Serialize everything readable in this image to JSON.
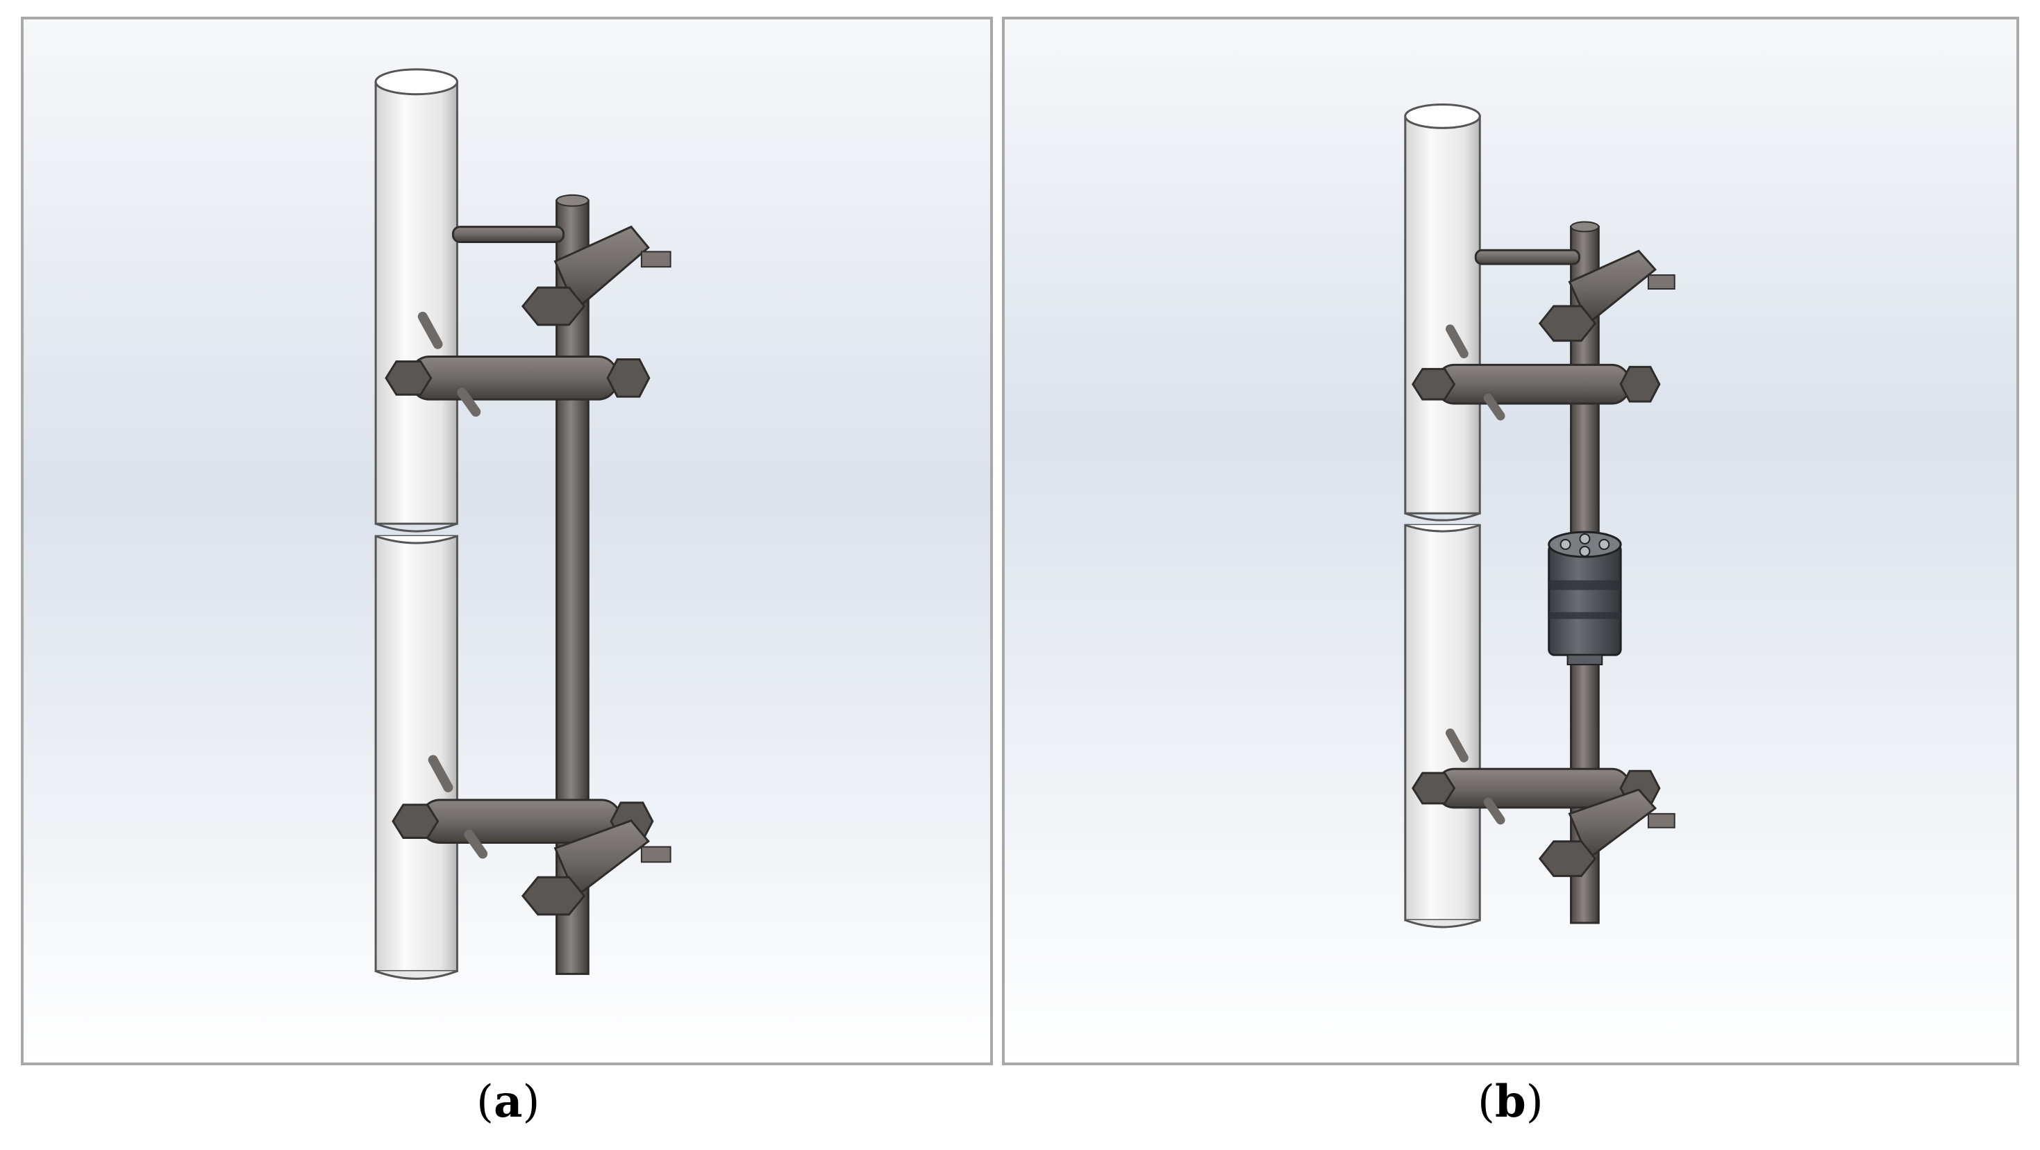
{
  "panels": [
    {
      "id": "a",
      "label": "a",
      "variant": "without-sensor"
    },
    {
      "id": "b",
      "label": "b",
      "variant": "with-sensor"
    }
  ],
  "colors": {
    "background_light": "#ffffff",
    "background_blue": "#dce2ec",
    "pipe_white": "#f2f2f2",
    "steel_gray": "#6e6a67",
    "steel_dark": "#3f3c3a",
    "sensor_dark": "#4b4f52",
    "frame_border": "#a8a8a8"
  }
}
